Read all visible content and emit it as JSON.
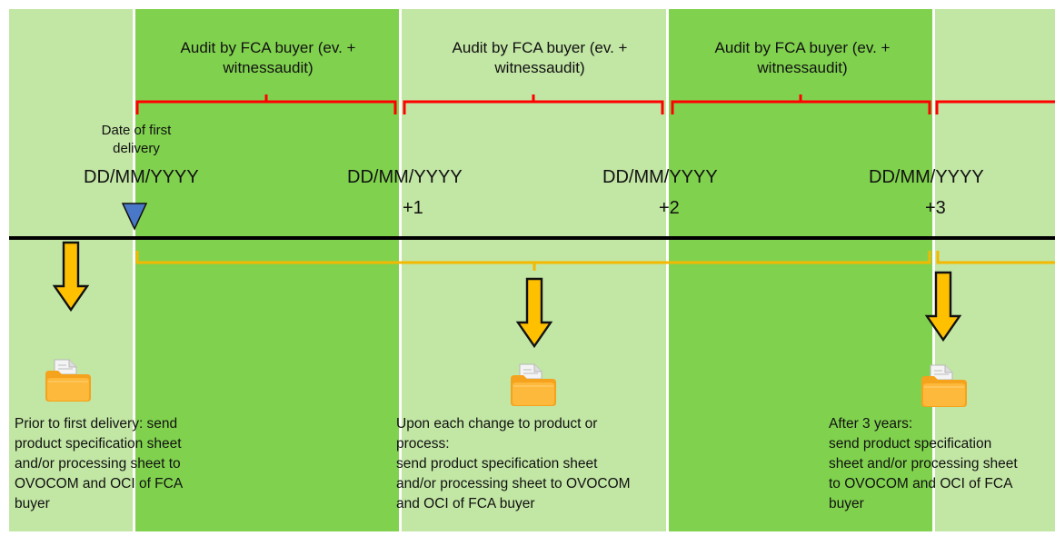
{
  "audits": [
    {
      "text": "Audit by FCA buyer (ev. +\nwitnessaudit)"
    },
    {
      "text": "Audit by FCA buyer (ev. +\nwitnessaudit)"
    },
    {
      "text": "Audit by FCA buyer (ev. +\nwitnessaudit)"
    }
  ],
  "first_delivery": {
    "label": "Date of first\ndelivery",
    "date": "DD/MM/YYYY"
  },
  "milestones": [
    {
      "date": "DD/MM/YYYY",
      "offset": "+1"
    },
    {
      "date": "DD/MM/YYYY",
      "offset": "+2"
    },
    {
      "date": "DD/MM/YYYY",
      "offset": "+3"
    }
  ],
  "notes": [
    {
      "text": "Prior to first delivery: send\nproduct specification sheet\nand/or processing sheet to\nOVOCOM and OCI of FCA\nbuyer"
    },
    {
      "text": "Upon each change to product or\nprocess:\nsend product specification sheet\nand/or processing sheet to OVOCOM\nand OCI of FCA buyer"
    },
    {
      "text": "After 3 years:\nsend product specification\nsheet and/or processing sheet\nto OVOCOM and OCI of FCA\nbuyer"
    }
  ],
  "colors": {
    "band_light": "#c2e6a4",
    "band_dark": "#80d24e",
    "audit_bracket": "#ff0000",
    "change_bracket": "#f5b800",
    "arrow_fill": "#ffc000",
    "marker": "#4a78c8",
    "timeline": "#000000"
  },
  "icons": {
    "marker": "triangle-down-icon",
    "arrow": "arrow-down-icon",
    "document": "folder-document-icon"
  }
}
